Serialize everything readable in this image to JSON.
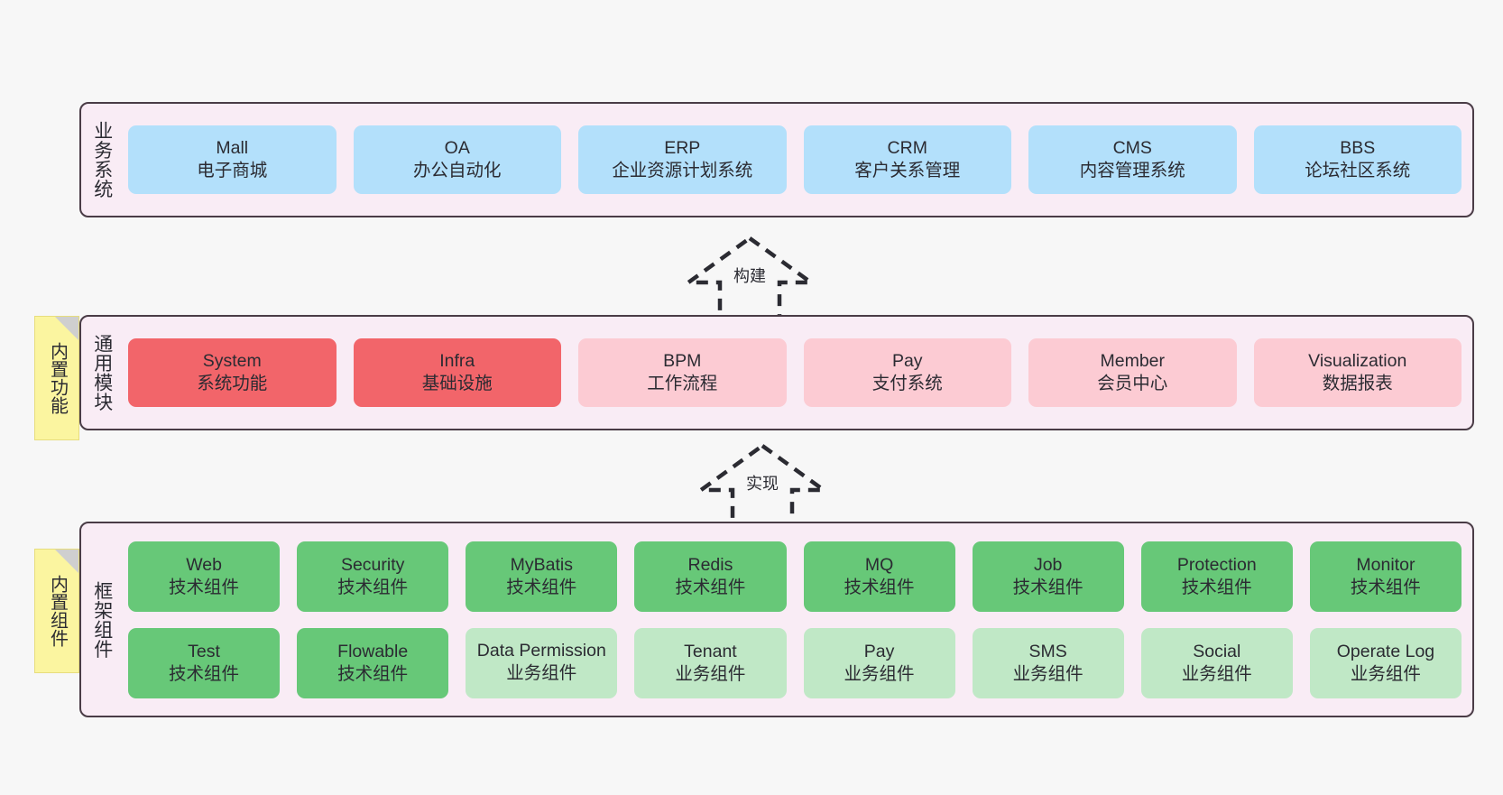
{
  "diagram": {
    "background_color": "#f7f7f7",
    "layer_fill": "#f9ecf5",
    "layer_border": "#4a3c46",
    "note_color": "#fbf5a0"
  },
  "layers": [
    {
      "id": "business",
      "title": "业务系统",
      "accent": "#b3e0fb",
      "rows": [
        [
          {
            "name": "Mall",
            "desc": "电子商城",
            "style": "blue"
          },
          {
            "name": "OA",
            "desc": "办公自动化",
            "style": "blue"
          },
          {
            "name": "ERP",
            "desc": "企业资源计划系统",
            "style": "blue"
          },
          {
            "name": "CRM",
            "desc": "客户关系管理",
            "style": "blue"
          },
          {
            "name": "CMS",
            "desc": "内容管理系统",
            "style": "blue"
          },
          {
            "name": "BBS",
            "desc": "论坛社区系统",
            "style": "blue"
          }
        ]
      ]
    },
    {
      "id": "common",
      "title": "通用模块",
      "note": "内置功能",
      "accent": "#f2656a",
      "rows": [
        [
          {
            "name": "System",
            "desc": "系统功能",
            "style": "red-strong"
          },
          {
            "name": "Infra",
            "desc": "基础设施",
            "style": "red-strong"
          },
          {
            "name": "BPM",
            "desc": "工作流程",
            "style": "red-light"
          },
          {
            "name": "Pay",
            "desc": "支付系统",
            "style": "red-light"
          },
          {
            "name": "Member",
            "desc": "会员中心",
            "style": "red-light"
          },
          {
            "name": "Visualization",
            "desc": "数据报表",
            "style": "red-light"
          }
        ]
      ]
    },
    {
      "id": "framework",
      "title": "框架组件",
      "note": "内置组件",
      "accent": "#67c878",
      "rows": [
        [
          {
            "name": "Web",
            "desc": "技术组件",
            "style": "green-strong"
          },
          {
            "name": "Security",
            "desc": "技术组件",
            "style": "green-strong"
          },
          {
            "name": "MyBatis",
            "desc": "技术组件",
            "style": "green-strong"
          },
          {
            "name": "Redis",
            "desc": "技术组件",
            "style": "green-strong"
          },
          {
            "name": "MQ",
            "desc": "技术组件",
            "style": "green-strong"
          },
          {
            "name": "Job",
            "desc": "技术组件",
            "style": "green-strong"
          },
          {
            "name": "Protection",
            "desc": "技术组件",
            "style": "green-strong"
          },
          {
            "name": "Monitor",
            "desc": "技术组件",
            "style": "green-strong"
          }
        ],
        [
          {
            "name": "Test",
            "desc": "技术组件",
            "style": "green-strong"
          },
          {
            "name": "Flowable",
            "desc": "技术组件",
            "style": "green-strong"
          },
          {
            "name": "Data Permission",
            "desc": "业务组件",
            "style": "green-light"
          },
          {
            "name": "Tenant",
            "desc": "业务组件",
            "style": "green-light"
          },
          {
            "name": "Pay",
            "desc": "业务组件",
            "style": "green-light"
          },
          {
            "name": "SMS",
            "desc": "业务组件",
            "style": "green-light"
          },
          {
            "name": "Social",
            "desc": "业务组件",
            "style": "green-light"
          },
          {
            "name": "Operate Log",
            "desc": "业务组件",
            "style": "green-light"
          }
        ]
      ]
    }
  ],
  "connectors": [
    {
      "id": "build",
      "label": "构建",
      "style": "dashed-hollow-arrow-up"
    },
    {
      "id": "impl",
      "label": "实现",
      "style": "dashed-hollow-arrow-up"
    }
  ]
}
